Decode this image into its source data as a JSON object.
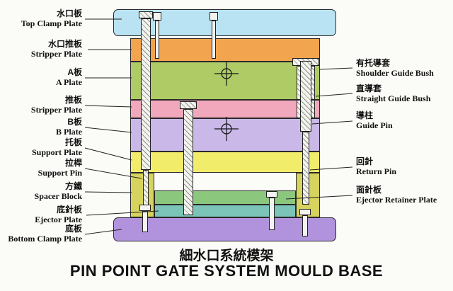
{
  "title": {
    "chinese": "細水口系統模架",
    "english": "PIN POINT GATE SYSTEM MOULD BASE"
  },
  "left_labels": [
    {
      "cn": "水口板",
      "en": "Top Clamp Plate"
    },
    {
      "cn": "水口推板",
      "en": "Stripper Plate"
    },
    {
      "cn": "A板",
      "en": "A Plate"
    },
    {
      "cn": "推板",
      "en": "Stripper Plate"
    },
    {
      "cn": "B板",
      "en": "B Plate"
    },
    {
      "cn": "托板",
      "en": "Support Plate"
    },
    {
      "cn": "拉桿",
      "en": "Support Pin"
    },
    {
      "cn": "方鐵",
      "en": "Spacer Block"
    },
    {
      "cn": "底針板",
      "en": "Ejector Plate"
    },
    {
      "cn": "底板",
      "en": "Bottom Clamp Plate"
    }
  ],
  "right_labels": [
    {
      "cn": "有托導套",
      "en": "Shoulder Guide Bush"
    },
    {
      "cn": "直導套",
      "en": "Straight Guide Bush"
    },
    {
      "cn": "導柱",
      "en": "Guide Pin"
    },
    {
      "cn": "回針",
      "en": "Return Pin"
    },
    {
      "cn": "面針板",
      "en": "Ejector Retainer Plate"
    }
  ],
  "colors": {
    "top_clamp_plate": "#b9e3f2",
    "stripper_plate_top": "#f2a44e",
    "a_plate": "#aecb66",
    "stripper_plate": "#f2a8bc",
    "b_plate": "#c9b8e8",
    "support_plate": "#f1ec6a",
    "spacer_block": "#d6d35e",
    "ejector_retainer_plate": "#8cc77e",
    "ejector_plate": "#7cc4b8",
    "bottom_clamp_plate": "#b193dd",
    "line_color": "#222222"
  }
}
